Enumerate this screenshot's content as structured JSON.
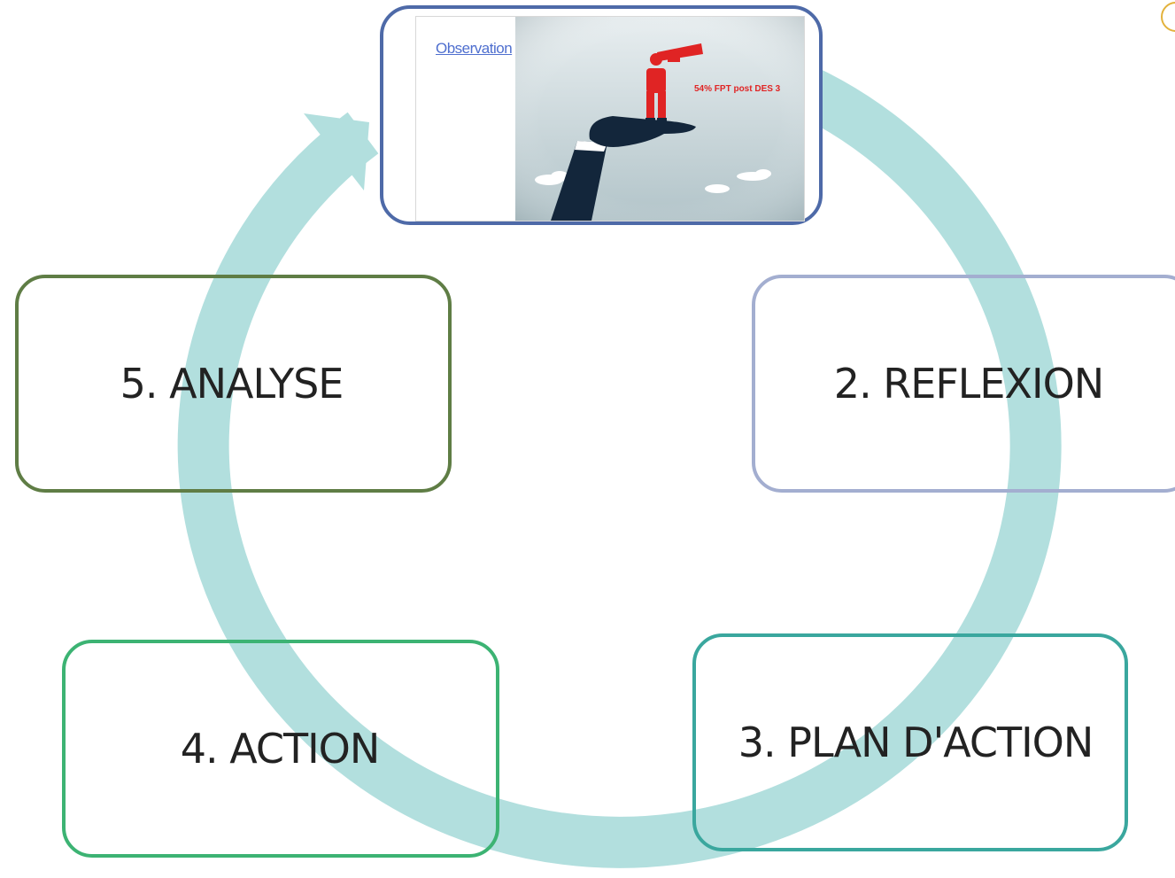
{
  "diagram": {
    "steps": [
      {
        "id": "analyse",
        "label": "5. ANALYSE",
        "border_color": "#5f7d45"
      },
      {
        "id": "reflexion",
        "label": "2. REFLEXION",
        "border_color": "#a3aed0"
      },
      {
        "id": "action",
        "label": "4. ACTION",
        "border_color": "#3cb373"
      },
      {
        "id": "plan",
        "label": "3. PLAN D'ACTION",
        "border_color": "#3aa79e"
      }
    ],
    "observation": {
      "link_text": "Observation",
      "caption": "54% FPT post DES 3",
      "border_color": "#4e6aa8"
    },
    "colors": {
      "cycle_arrow": "#b2dfde",
      "figure_red": "#e02424",
      "sleeve_navy": "#13263b",
      "sky_top": "#e8eef0",
      "sky_bottom": "#b2c4c9"
    },
    "icons": {
      "cycle": "circular-arrow-icon",
      "illustration": "businessman-telescope-on-hand-icon",
      "corner": "circle-marker-icon"
    }
  }
}
